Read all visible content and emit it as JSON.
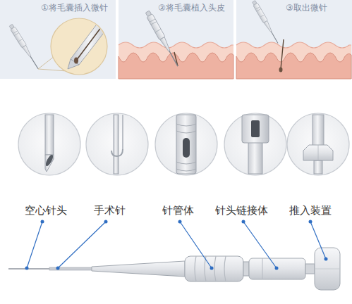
{
  "diagram": {
    "nodes": [
      {
        "text": [
          "①将毛囊插入微针"
        ]
      },
      {
        "text": [
          "②将毛囊植入头皮"
        ]
      },
      {
        "text": [
          "③取出微针"
        ]
      },
      {
        "text": [
          "空心针头"
        ]
      },
      {
        "text": [
          "手术针"
        ]
      },
      {
        "text": [
          "针管体"
        ]
      },
      {
        "text": [
          "针头链接体"
        ]
      },
      {
        "text": [
          "推入装置"
        ]
      }
    ]
  }
}
